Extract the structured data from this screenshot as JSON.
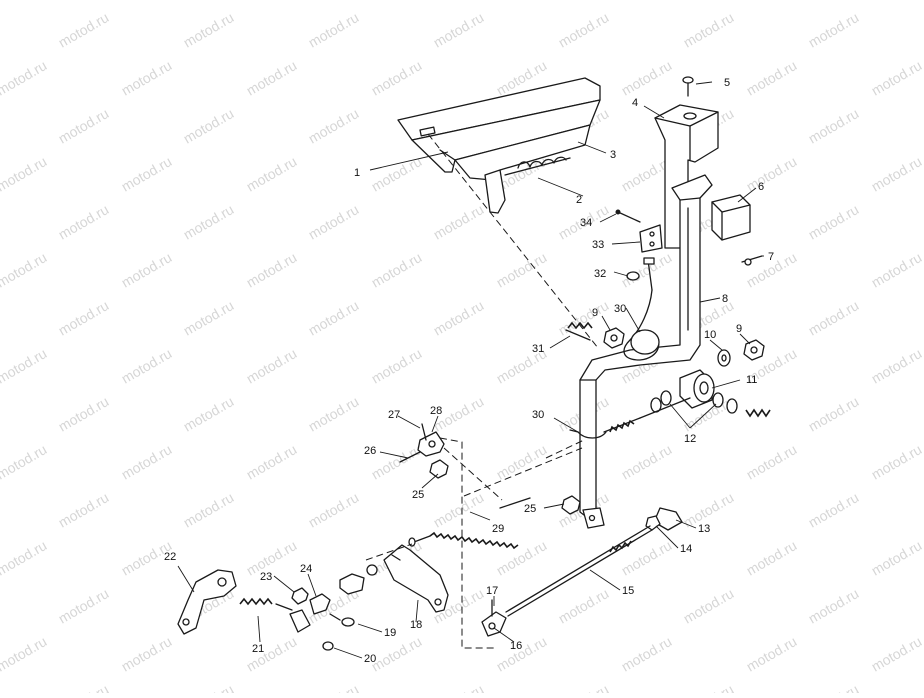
{
  "watermark": "motod.ru",
  "callouts": [
    "1",
    "2",
    "3",
    "4",
    "5",
    "6",
    "7",
    "8",
    "9",
    "10",
    "11",
    "12",
    "13",
    "14",
    "15",
    "16",
    "17",
    "18",
    "19",
    "20",
    "21",
    "22",
    "23",
    "24",
    "25",
    "26",
    "27",
    "28",
    "29",
    "30",
    "31",
    "32",
    "33",
    "34"
  ]
}
